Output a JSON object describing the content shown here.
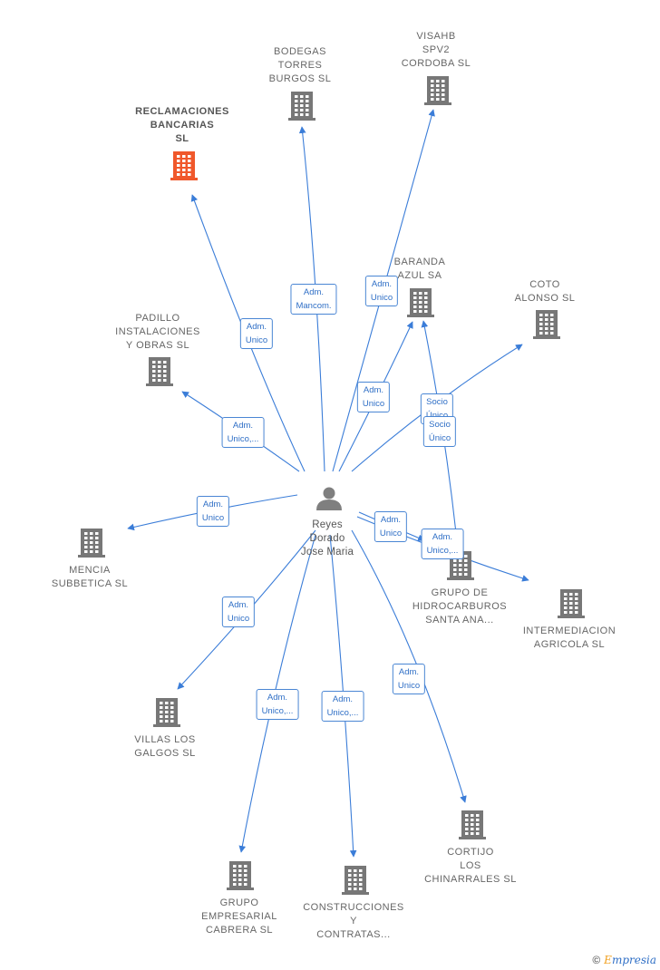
{
  "colors": {
    "edge": "#3b7dd8",
    "company_icon": "#777777",
    "company_icon_highlight": "#f0582b",
    "person_icon": "#7f7f7f"
  },
  "person": {
    "name_lines": [
      "Reyes",
      "Dorado",
      "Jose Maria"
    ],
    "icon": "person-icon"
  },
  "companies": [
    {
      "id": "reclamaciones",
      "name_lines": [
        "RECLAMACIONES",
        "BANCARIAS",
        "SL"
      ],
      "highlight": true,
      "icon": "building-icon"
    },
    {
      "id": "bodegas",
      "name_lines": [
        "BODEGAS",
        "TORRES",
        "BURGOS  SL"
      ],
      "icon": "building-icon"
    },
    {
      "id": "visahb",
      "name_lines": [
        "VISAHB",
        "SPV2",
        "CORDOBA  SL"
      ],
      "icon": "building-icon"
    },
    {
      "id": "baranda",
      "name_lines": [
        "BARANDA",
        "AZUL SA"
      ],
      "icon": "building-icon"
    },
    {
      "id": "coto",
      "name_lines": [
        "COTO",
        "ALONSO  SL"
      ],
      "icon": "building-icon"
    },
    {
      "id": "padillo",
      "name_lines": [
        "PADILLO",
        "INSTALACIONES",
        "Y OBRAS SL"
      ],
      "icon": "building-icon"
    },
    {
      "id": "mencia",
      "name_lines": [
        "MENCIA",
        "SUBBETICA SL"
      ],
      "icon": "building-icon"
    },
    {
      "id": "hidrocarburos",
      "name_lines": [
        "GRUPO DE",
        "HIDROCARBUROS",
        "SANTA ANA..."
      ],
      "icon": "building-icon"
    },
    {
      "id": "intermediacion",
      "name_lines": [
        "INTERMEDIACION",
        "AGRICOLA SL"
      ],
      "icon": "building-icon"
    },
    {
      "id": "villas",
      "name_lines": [
        "VILLAS LOS",
        "GALGOS SL"
      ],
      "icon": "building-icon"
    },
    {
      "id": "cortijo",
      "name_lines": [
        "CORTIJO",
        "LOS",
        "CHINARRALES SL"
      ],
      "icon": "building-icon"
    },
    {
      "id": "cabrera",
      "name_lines": [
        "GRUPO",
        "EMPRESARIAL",
        "CABRERA SL"
      ],
      "icon": "building-icon"
    },
    {
      "id": "construcciones",
      "name_lines": [
        "CONSTRUCCIONES",
        "Y",
        "CONTRATAS..."
      ],
      "icon": "building-icon"
    }
  ],
  "relations": [
    {
      "from": "person",
      "to": "reclamaciones",
      "label_lines": [
        "Adm.",
        "Unico"
      ]
    },
    {
      "from": "person",
      "to": "bodegas",
      "label_lines": [
        "Adm.",
        "Mancom."
      ]
    },
    {
      "from": "person",
      "to": "visahb",
      "label_lines": [
        "Adm.",
        "Unico"
      ]
    },
    {
      "from": "person",
      "to": "baranda",
      "label_lines": [
        "Adm.",
        "Unico"
      ]
    },
    {
      "from": "person",
      "to": "coto",
      "label_lines": [
        "Socio",
        "Único"
      ]
    },
    {
      "from": "hidrocarburos",
      "to": "baranda",
      "label_lines": [
        "Socio",
        "Único"
      ]
    },
    {
      "from": "person",
      "to": "padillo",
      "label_lines": [
        "Adm.",
        "Unico,..."
      ]
    },
    {
      "from": "person",
      "to": "mencia",
      "label_lines": [
        "Adm.",
        "Unico"
      ]
    },
    {
      "from": "person",
      "to": "hidrocarburos",
      "label_lines": [
        "Adm.",
        "Unico"
      ]
    },
    {
      "from": "person",
      "to": "intermediacion",
      "label_lines": [
        "Adm.",
        "Unico,..."
      ]
    },
    {
      "from": "person",
      "to": "villas",
      "label_lines": [
        "Adm.",
        "Unico"
      ]
    },
    {
      "from": "person",
      "to": "cabrera",
      "label_lines": [
        "Adm.",
        "Unico,..."
      ]
    },
    {
      "from": "person",
      "to": "construcciones",
      "label_lines": [
        "Adm.",
        "Unico,..."
      ]
    },
    {
      "from": "person",
      "to": "cortijo",
      "label_lines": [
        "Adm.",
        "Unico"
      ]
    }
  ],
  "watermark": {
    "symbol": "©",
    "brand_initial": "E",
    "brand_rest": "mpresia"
  }
}
